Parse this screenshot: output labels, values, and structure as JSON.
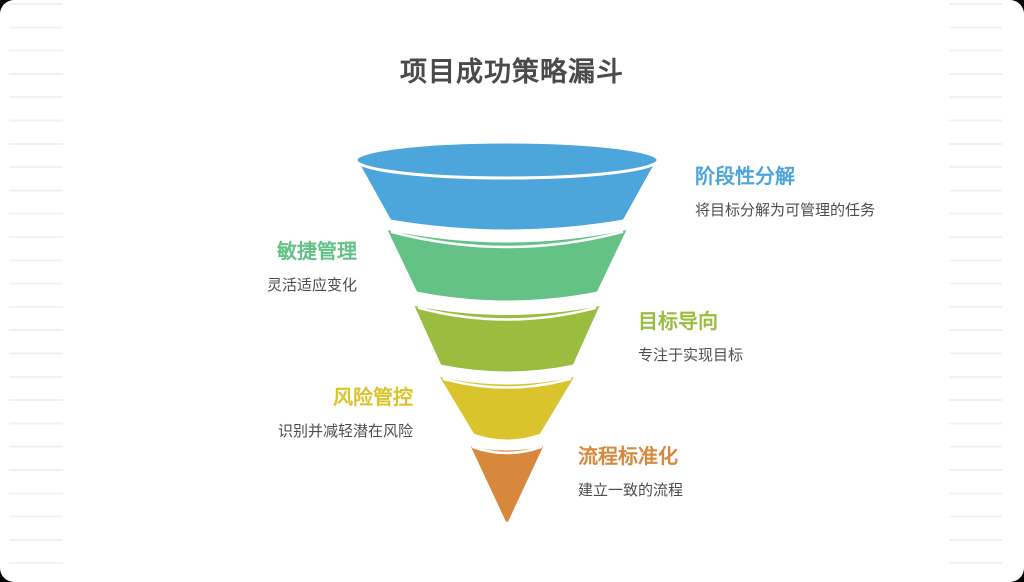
{
  "title": "项目成功策略漏斗",
  "text_colors": {
    "title": "#4a4a4a",
    "description": "#4d4d4d"
  },
  "page": {
    "card_background": "#ffffff",
    "stripe_color": "#f1f1f1"
  },
  "funnel": {
    "type": "funnel",
    "stages": [
      {
        "label": "阶段性分解",
        "desc": "将目标分解为可管理的任务",
        "color": "#4CA5DB",
        "side": "right"
      },
      {
        "label": "敏捷管理",
        "desc": "灵活适应变化",
        "color": "#65C287",
        "side": "left"
      },
      {
        "label": "目标导向",
        "desc": "专注于实现目标",
        "color": "#9BBD3F",
        "side": "right"
      },
      {
        "label": "风险管控",
        "desc": "识别并减轻潜在风险",
        "color": "#DAC42E",
        "side": "left"
      },
      {
        "label": "流程标准化",
        "desc": "建立一致的流程",
        "color": "#D7883C",
        "side": "right"
      }
    ]
  }
}
